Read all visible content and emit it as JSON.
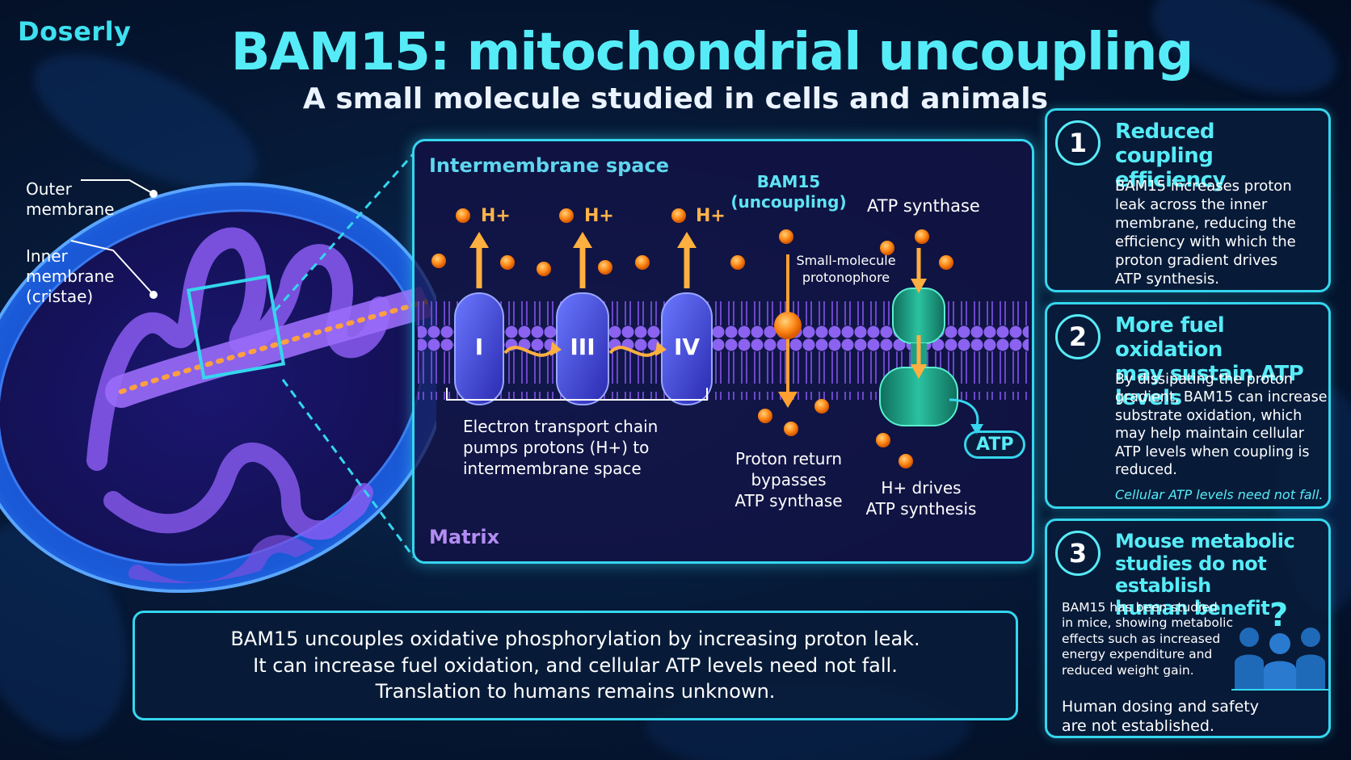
{
  "brand": "Doserly",
  "title": "BAM15: mitochondrial uncoupling",
  "subtitle": "A small molecule studied in cells and animals",
  "mito": {
    "outer_label": "Outer\nmembrane",
    "inner_label": "Inner\nmembrane\n(cristae)"
  },
  "panel": {
    "ims_label": "Intermembrane space",
    "matrix_label": "Matrix",
    "proton": "H+",
    "complexes": [
      "I",
      "III",
      "IV"
    ],
    "etc_caption": "Electron transport chain\npumps protons (H+) to\nintermembrane space",
    "bam15_label": "BAM15\n(uncoupling)",
    "protonophore_label": "Small-molecule\nprotonophore",
    "proton_return": "Proton return\nbypasses\nATP synthase",
    "atp_synthase_label": "ATP synthase",
    "atp_badge": "ATP",
    "hplus_drives": "H+ drives\nATP synthesis"
  },
  "cards": [
    {
      "number": "1",
      "title": "Reduced\ncoupling efficiency",
      "body": "BAM15 increases proton\nleak across the inner\nmembrane, reducing the\nefficiency with which the\nproton gradient drives\nATP synthesis."
    },
    {
      "number": "2",
      "title": "More fuel oxidation\nmay sustain ATP levels",
      "body": "By dissipating the proton\ngradient, BAM15 can increase\nsubstrate oxidation, which\nmay help maintain cellular\nATP levels when coupling is\nreduced.",
      "note": "Cellular ATP levels need not fall."
    },
    {
      "number": "3",
      "title": "Mouse metabolic\nstudies do not establish\nhuman benefit",
      "body": "BAM15 has been studied\nin mice, showing metabolic\neffects such as increased\nenergy expenditure and\nreduced weight gain.",
      "question": "?",
      "footer": "Human dosing and safety\nare not established."
    }
  ],
  "summary": [
    "BAM15 uncouples oxidative phosphorylation by increasing proton leak.",
    "It can increase fuel oxidation, and cellular ATP levels need not fall.",
    "Translation to humans remains unknown."
  ],
  "colors": {
    "accent": "#56ecf7",
    "proton": "#ff9a2a",
    "complex": "#4a4ee8",
    "synthase": "#1f9e86",
    "membrane": "#7a4fe0"
  }
}
